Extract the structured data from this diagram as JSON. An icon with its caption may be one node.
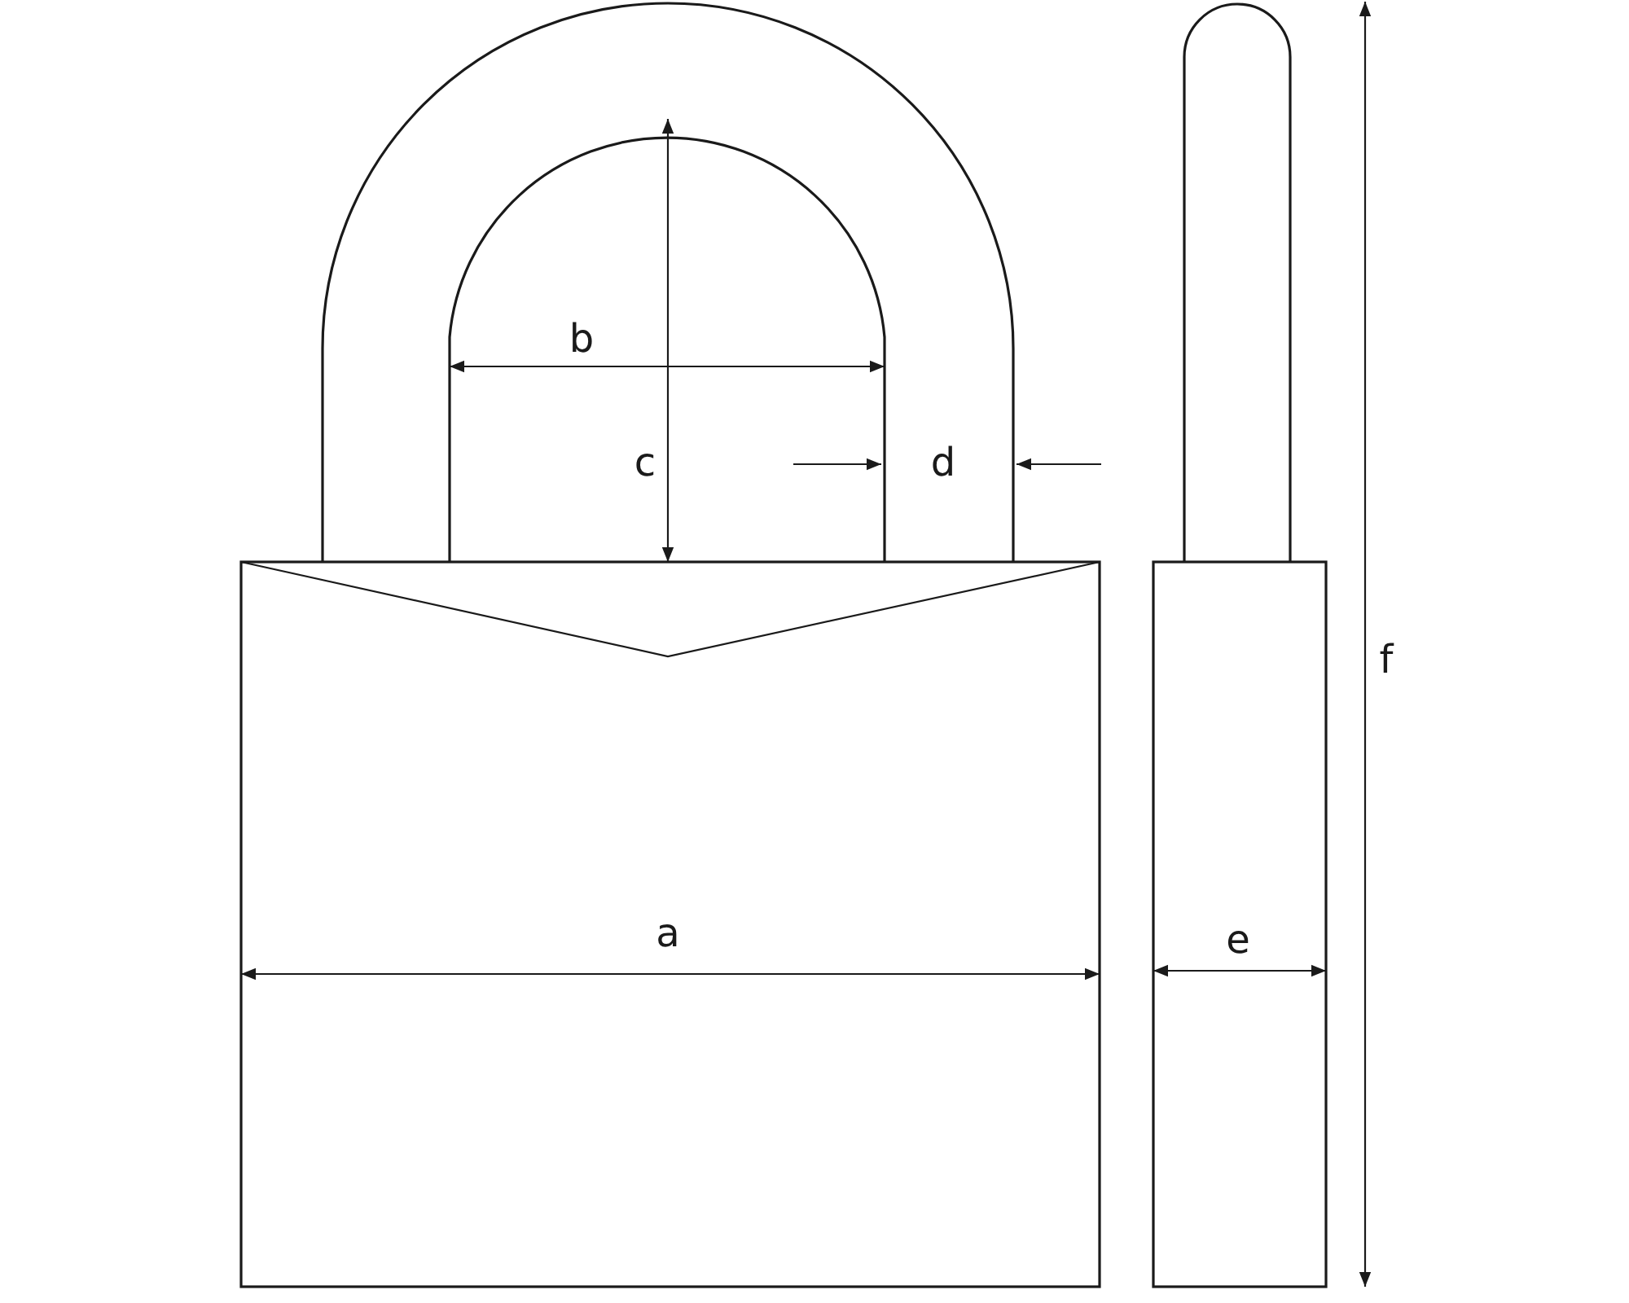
{
  "diagram": {
    "labels": [
      "b",
      "c",
      "d",
      "f",
      "a",
      "e"
    ]
  }
}
